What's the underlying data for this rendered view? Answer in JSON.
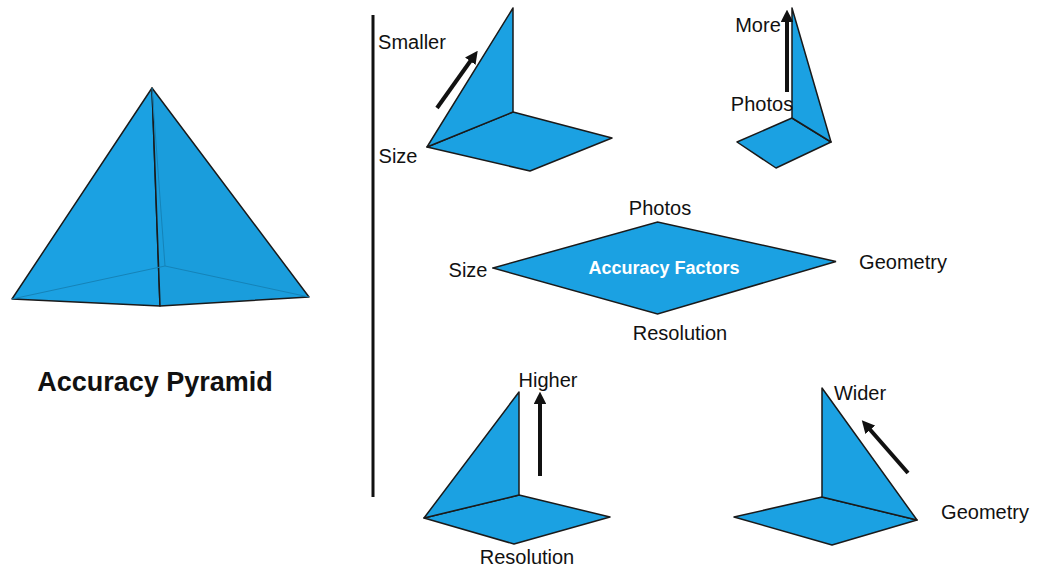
{
  "diagram": {
    "nodes": [
      {
        "text": [
          "Accuracy Factors"
        ]
      }
    ],
    "labels": [
      "Accuracy Pyramid",
      "Smaller",
      "Size",
      "More",
      "Photos",
      "Photos",
      "Size",
      "Geometry",
      "Resolution",
      "Higher",
      "Resolution",
      "Wider",
      "Geometry"
    ]
  }
}
